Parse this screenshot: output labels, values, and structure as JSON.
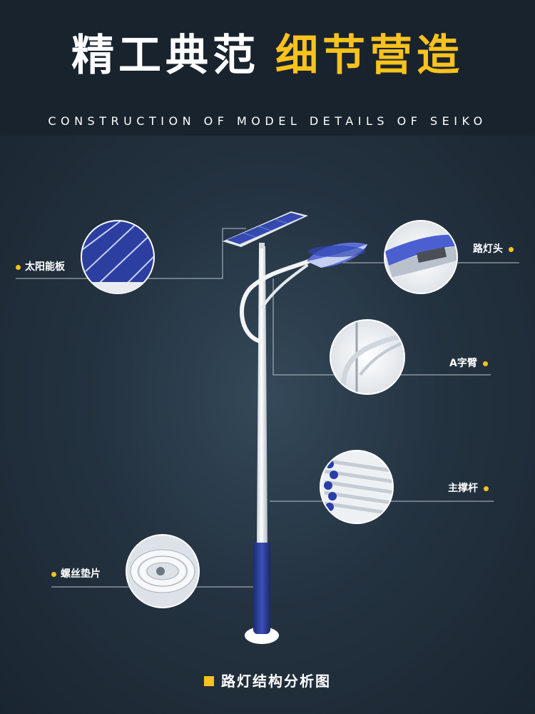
{
  "header": {
    "title_white": "精工典范",
    "title_yellow": "细节营造",
    "subtitle": "CONSTRUCTION OF MODEL DETAILS OF SEIKO"
  },
  "labels": {
    "solar_panel": "太阳能板",
    "lamp_head": "路灯头",
    "a_arm": "A字臂",
    "main_pole": "主撑杆",
    "screw_washer": "螺丝垫片"
  },
  "caption": "路灯结构分析图",
  "colors": {
    "accent": "#f9c21c",
    "header_bg": "#19232d",
    "panel_bg": "#243341",
    "pole_blue": "#2d3f9a"
  },
  "icons": {
    "label_marker": "yellow-dot-icon",
    "caption_marker": "yellow-square-icon"
  }
}
